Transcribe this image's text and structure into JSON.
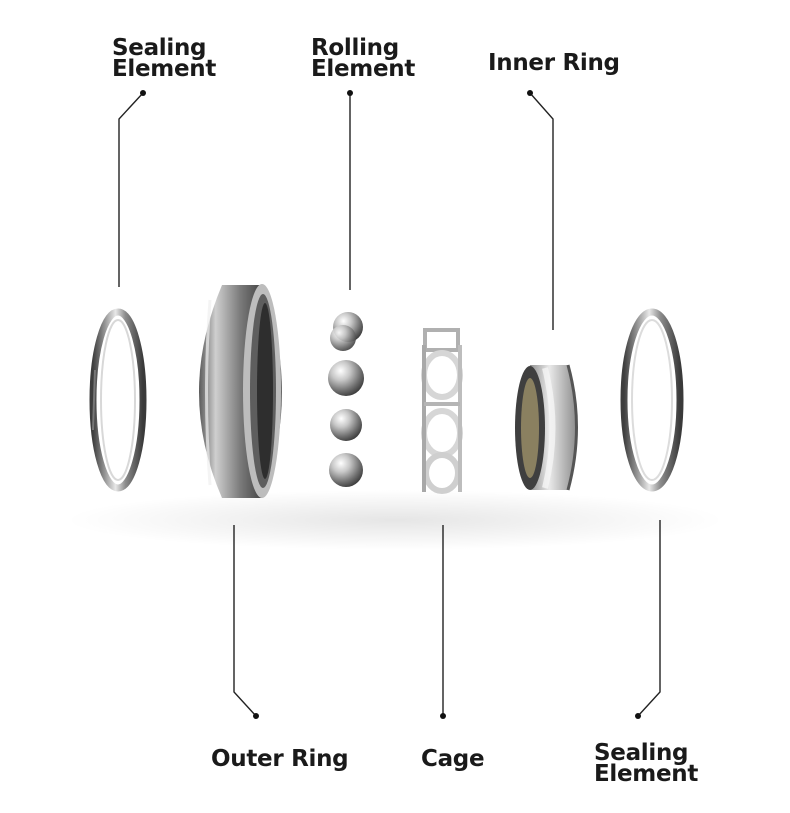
{
  "labels": {
    "sealing_top": {
      "line1": "Sealing",
      "line2": "Element"
    },
    "rolling": {
      "line1": "Rolling",
      "line2": "Element"
    },
    "inner_ring": "Inner Ring",
    "outer_ring": "Outer Ring",
    "cage": "Cage",
    "sealing_bottom": {
      "line1": "Sealing",
      "line2": "Element"
    }
  },
  "colors": {
    "steel_dark": "#4a4a4a",
    "steel_light": "#e6e6e6",
    "leader": "#222222",
    "text": "#1a1a1a"
  }
}
